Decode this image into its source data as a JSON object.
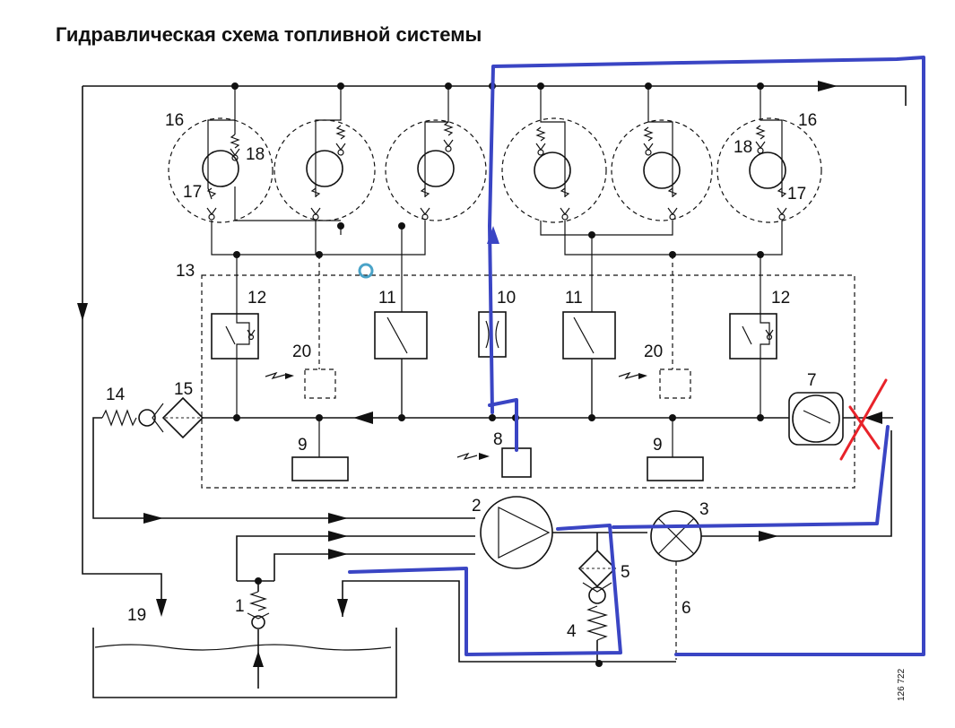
{
  "title": "Гидравлическая схема топливной системы",
  "figure_id": "126 722",
  "labels": {
    "l1": "1",
    "l2": "2",
    "l3": "3",
    "l4": "4",
    "l5": "5",
    "l6": "6",
    "l7": "7",
    "l8": "8",
    "l9a": "9",
    "l9b": "9",
    "l10": "10",
    "l11a": "11",
    "l11b": "11",
    "l12a": "12",
    "l12b": "12",
    "l13": "13",
    "l14": "14",
    "l15": "15",
    "l16a": "16",
    "l16b": "16",
    "l17a": "17",
    "l17b": "17",
    "l18a": "18",
    "l18b": "18",
    "l19": "19",
    "l20a": "20",
    "l20b": "20"
  },
  "colors": {
    "line": "#111111",
    "annotation_blue": "#3a45c4",
    "cross_red": "#e8232a"
  }
}
